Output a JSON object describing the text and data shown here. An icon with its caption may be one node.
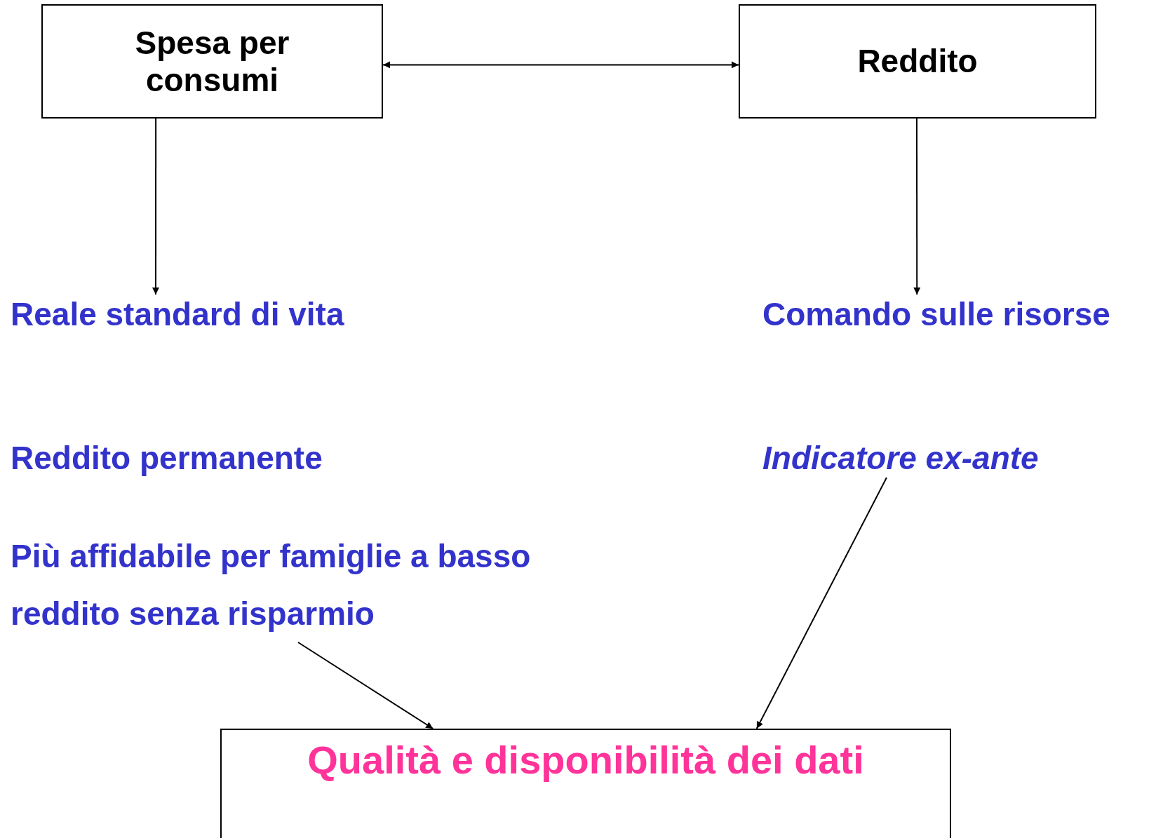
{
  "diagram": {
    "nodes": [
      {
        "text": [
          "Spesa per consumi"
        ]
      },
      {
        "text": [
          "Reddito"
        ]
      },
      {
        "text": [
          "Reale standard di vita"
        ]
      },
      {
        "text": [
          "Comando sulle risorse"
        ]
      },
      {
        "text": [
          "Indicatore ex-ante"
        ]
      },
      {
        "text": [
          "Più affidabile per famiglie a basso reddito senza risparmio"
        ]
      },
      {
        "text": [
          "Qualità e disponibilità dei dati"
        ]
      }
    ],
    "edges": [
      {
        "from": 0,
        "to": 1,
        "arrow": "both"
      },
      {
        "from": 0,
        "to": 2,
        "arrow": "to"
      },
      {
        "from": 1,
        "to": 3,
        "arrow": "to"
      },
      {
        "from": 5,
        "to": 6,
        "arrow": "to"
      },
      {
        "from": 4,
        "to": 6,
        "arrow": "to"
      }
    ],
    "labels": [
      "Reddito permanente"
    ]
  }
}
